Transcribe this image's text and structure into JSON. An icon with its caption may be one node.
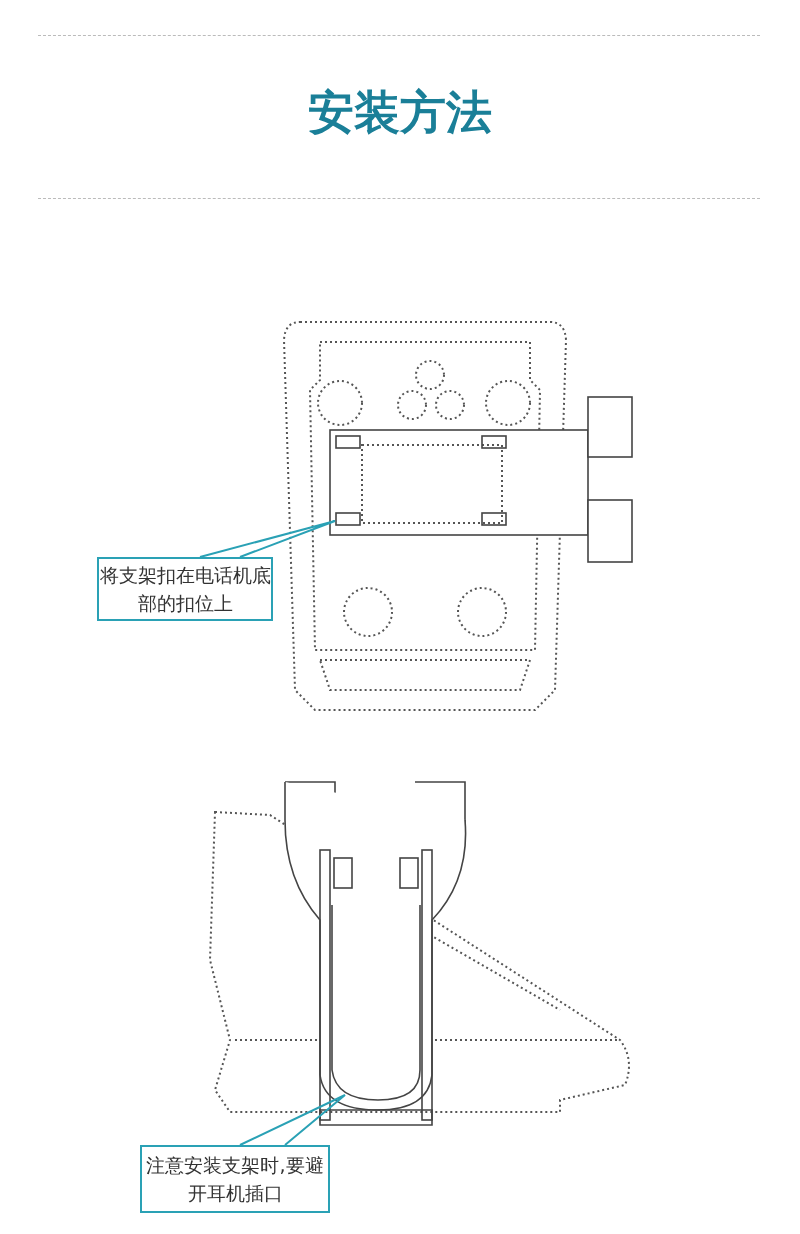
{
  "diagram": {
    "title": "安装方法",
    "nodes": [
      {
        "text": [
          "将支架扣在电话机底部的扣位上"
        ]
      },
      {
        "text": [
          "注意安装支架时,要避开耳机插口"
        ]
      }
    ],
    "edges": [
      {
        "from": 0,
        "to": null,
        "arrow": "none"
      },
      {
        "from": 1,
        "to": null,
        "arrow": "none"
      }
    ]
  }
}
